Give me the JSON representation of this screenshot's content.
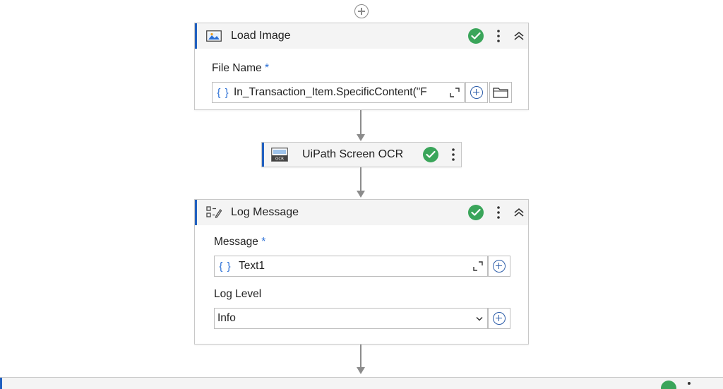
{
  "workflow": {
    "load_image": {
      "title": "Load Image",
      "file_name_label": "File Name",
      "required_mark": "*",
      "file_name_value": "In_Transaction_Item.SpecificContent(\"F",
      "expression_brace": "{ }"
    },
    "screen_ocr": {
      "title": "UiPath Screen OCR",
      "icon_label": "OCR"
    },
    "log_message": {
      "title": "Log Message",
      "message_label": "Message",
      "required_mark": "*",
      "message_value": "Text1",
      "expression_brace": "{ }",
      "log_level_label": "Log Level",
      "log_level_value": "Info"
    }
  },
  "colors": {
    "accent": "#2060c0",
    "success": "#3aa55a",
    "required": "#2a6fd6"
  },
  "icons": [
    "add-step-icon",
    "image-icon",
    "check-circle-icon",
    "kebab-menu-icon",
    "collapse-chevron-icon",
    "expand-editor-icon",
    "add-circle-icon",
    "folder-icon",
    "ocr-icon",
    "log-message-icon",
    "dropdown-chevron-icon"
  ]
}
